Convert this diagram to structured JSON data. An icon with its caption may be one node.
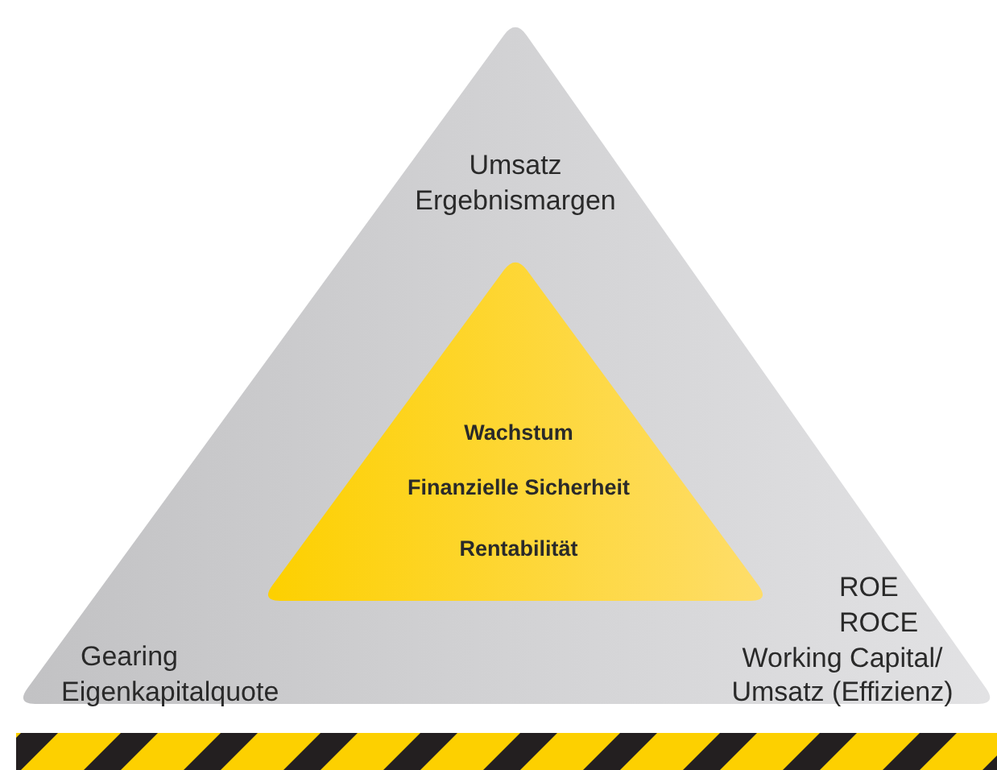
{
  "diagram": {
    "nodes": [
      {
        "text": [
          "Umsatz",
          "Ergebnismargen",
          "Gearing",
          "Eigenkapitalquote",
          "ROE",
          "ROCE",
          "Working Capital/ Umsatz (Effizienz)"
        ]
      },
      {
        "text": [
          "Wachstum",
          "Finanzielle Sicherheit",
          "Rentabilität"
        ],
        "in": 0
      }
    ],
    "edges": []
  }
}
